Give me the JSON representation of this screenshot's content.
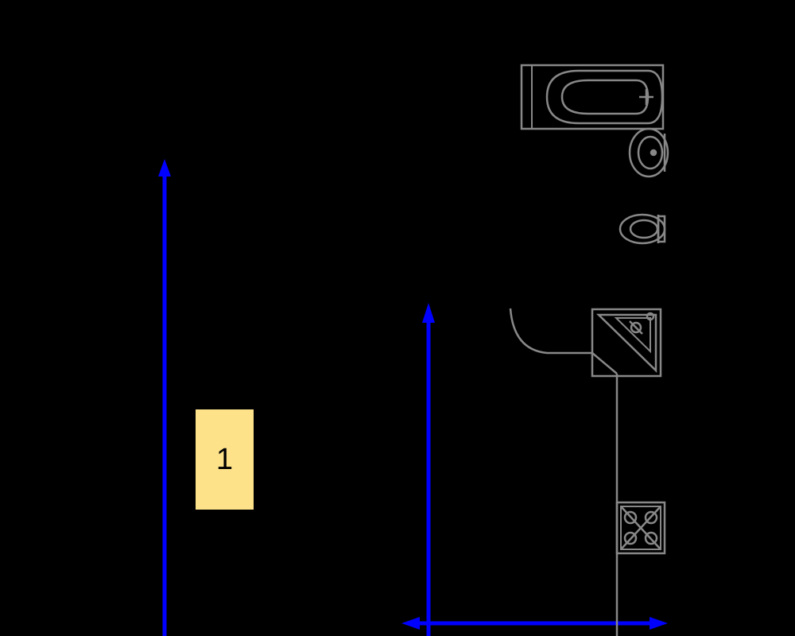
{
  "plan": {
    "background_color": "#000000",
    "fixture_color": "#888888",
    "arrow_color": "#0000ff",
    "tag_color": "#fde28a"
  },
  "room_tag": {
    "label": "1"
  },
  "fixtures": [
    {
      "name": "bathtub",
      "icon": "bathtub-icon"
    },
    {
      "name": "washbasin",
      "icon": "washbasin-icon"
    },
    {
      "name": "toilet",
      "icon": "toilet-icon"
    },
    {
      "name": "corner-sink",
      "icon": "corner-sink-icon"
    },
    {
      "name": "cooktop",
      "icon": "cooktop-icon"
    }
  ],
  "arrows": [
    {
      "name": "vertical-arrow-left"
    },
    {
      "name": "vertical-arrow-center"
    },
    {
      "name": "horizontal-arrow-bottom"
    }
  ]
}
